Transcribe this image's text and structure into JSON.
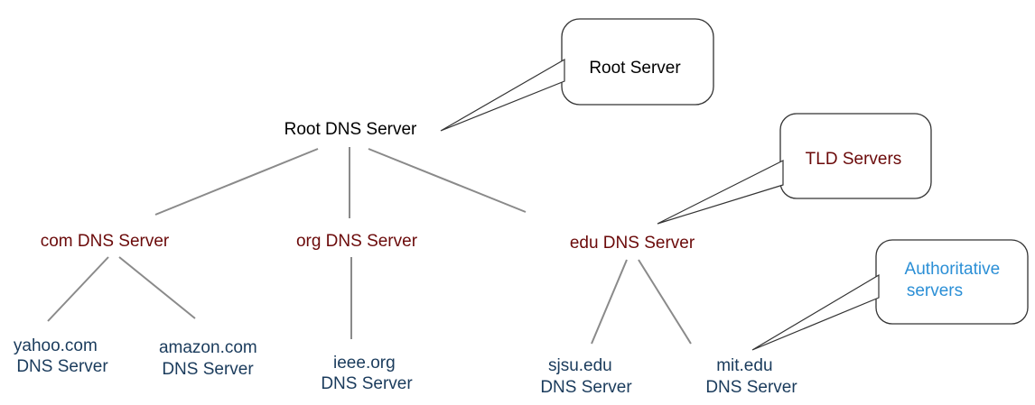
{
  "colors": {
    "root": "#000000",
    "tld": "#6b0a0a",
    "authoritative": "#1a3b5c",
    "callout_tld": "#6b0a0a",
    "callout_auth": "#2b8fd6",
    "callout_root": "#000000"
  },
  "nodes": {
    "root": "Root DNS Server",
    "com": "com DNS Server",
    "org": "org DNS Server",
    "edu": "edu DNS Server",
    "yahoo": {
      "line1": "yahoo.com",
      "line2": "DNS Server"
    },
    "amazon": {
      "line1": "amazon.com",
      "line2": "DNS Server"
    },
    "ieee": {
      "line1": "ieee.org",
      "line2": "DNS Server"
    },
    "sjsu": {
      "line1": "sjsu.edu",
      "line2": "DNS Server"
    },
    "mit": {
      "line1": "mit.edu",
      "line2": "DNS Server"
    }
  },
  "callouts": {
    "root": "Root Server",
    "tld": "TLD Servers",
    "auth": {
      "line1": "Authoritative",
      "line2": "servers"
    }
  }
}
